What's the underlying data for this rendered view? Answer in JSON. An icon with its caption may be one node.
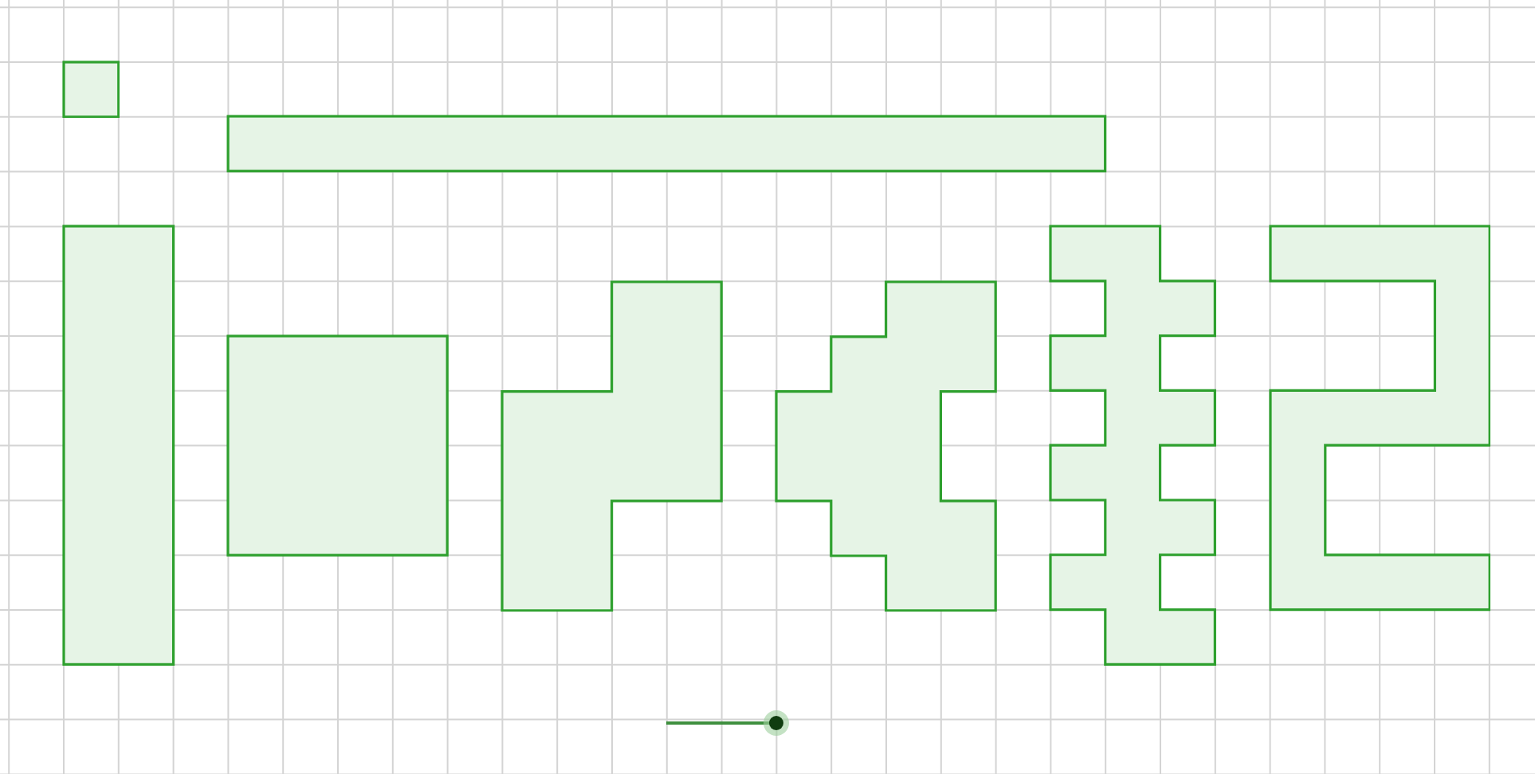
{
  "diagram": {
    "nodes": [
      {
        "text": [],
        "shape": "box"
      },
      {
        "text": [],
        "shape": "box"
      },
      {
        "text": [],
        "shape": "box"
      },
      {
        "text": [],
        "shape": "box"
      },
      {
        "text": [],
        "shape": "polygon"
      },
      {
        "text": [],
        "shape": "polygon"
      },
      {
        "text": [],
        "shape": "polygon"
      },
      {
        "text": [],
        "shape": "polygon"
      }
    ]
  }
}
